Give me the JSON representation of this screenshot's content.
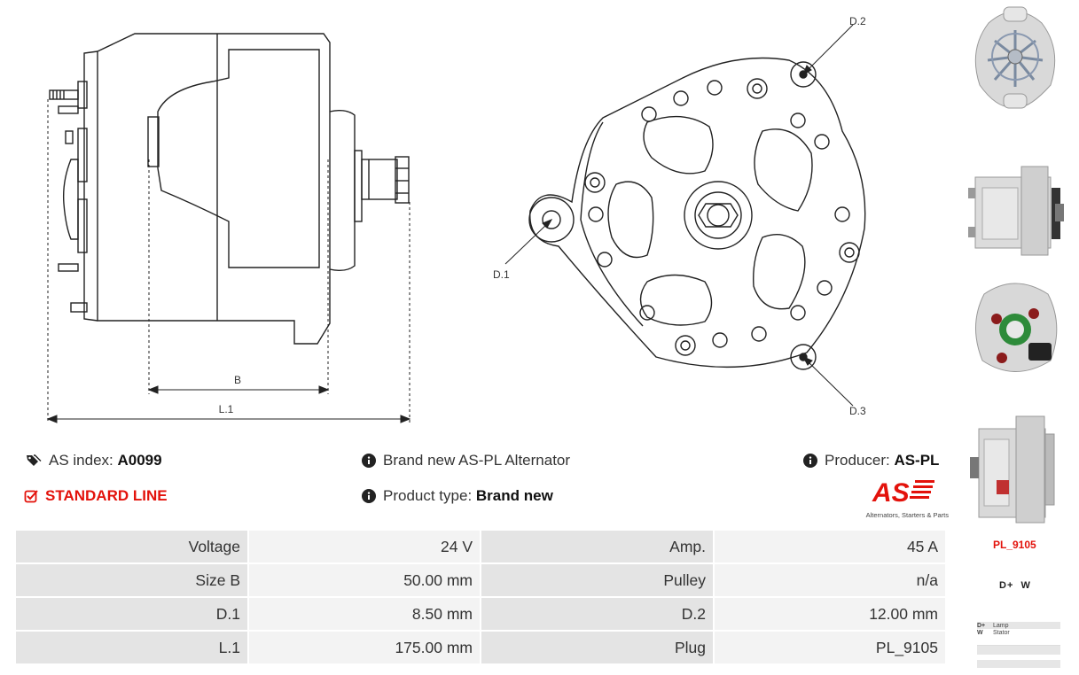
{
  "drawing": {
    "label_b": "B",
    "label_l1": "L.1",
    "label_d1": "D.1",
    "label_d2": "D.2",
    "label_d3": "D.3"
  },
  "info": {
    "as_index_label": "AS index:",
    "as_index_value": "A0099",
    "line_label": "STANDARD LINE",
    "description": "Brand new AS-PL Alternator",
    "product_type_label": "Product type:",
    "product_type_value": "Brand new",
    "producer_label": "Producer:",
    "producer_value": "AS-PL"
  },
  "logo": {
    "text": "AS",
    "tagline": "Alternators, Starters & Parts"
  },
  "specs": [
    {
      "l1": "Voltage",
      "v1": "24 V",
      "l2": "Amp.",
      "v2": "45 A"
    },
    {
      "l1": "Size B",
      "v1": "50.00 mm",
      "l2": "Pulley",
      "v2": "n/a"
    },
    {
      "l1": "D.1",
      "v1": "8.50 mm",
      "l2": "D.2",
      "v2": "12.00 mm"
    },
    {
      "l1": "L.1",
      "v1": "175.00 mm",
      "l2": "Plug",
      "v2": "PL_9105"
    }
  ],
  "plug": {
    "name": "PL_9105",
    "pins": "D+  W",
    "legend": [
      {
        "key": "D+",
        "value": "Lamp"
      },
      {
        "key": "W",
        "value": "Stator"
      }
    ]
  },
  "colors": {
    "accent": "#e3120b",
    "label_bg": "#e4e4e4",
    "value_bg": "#f3f3f3"
  },
  "icons": [
    "tags-icon",
    "checkbox-icon",
    "info-icon"
  ]
}
